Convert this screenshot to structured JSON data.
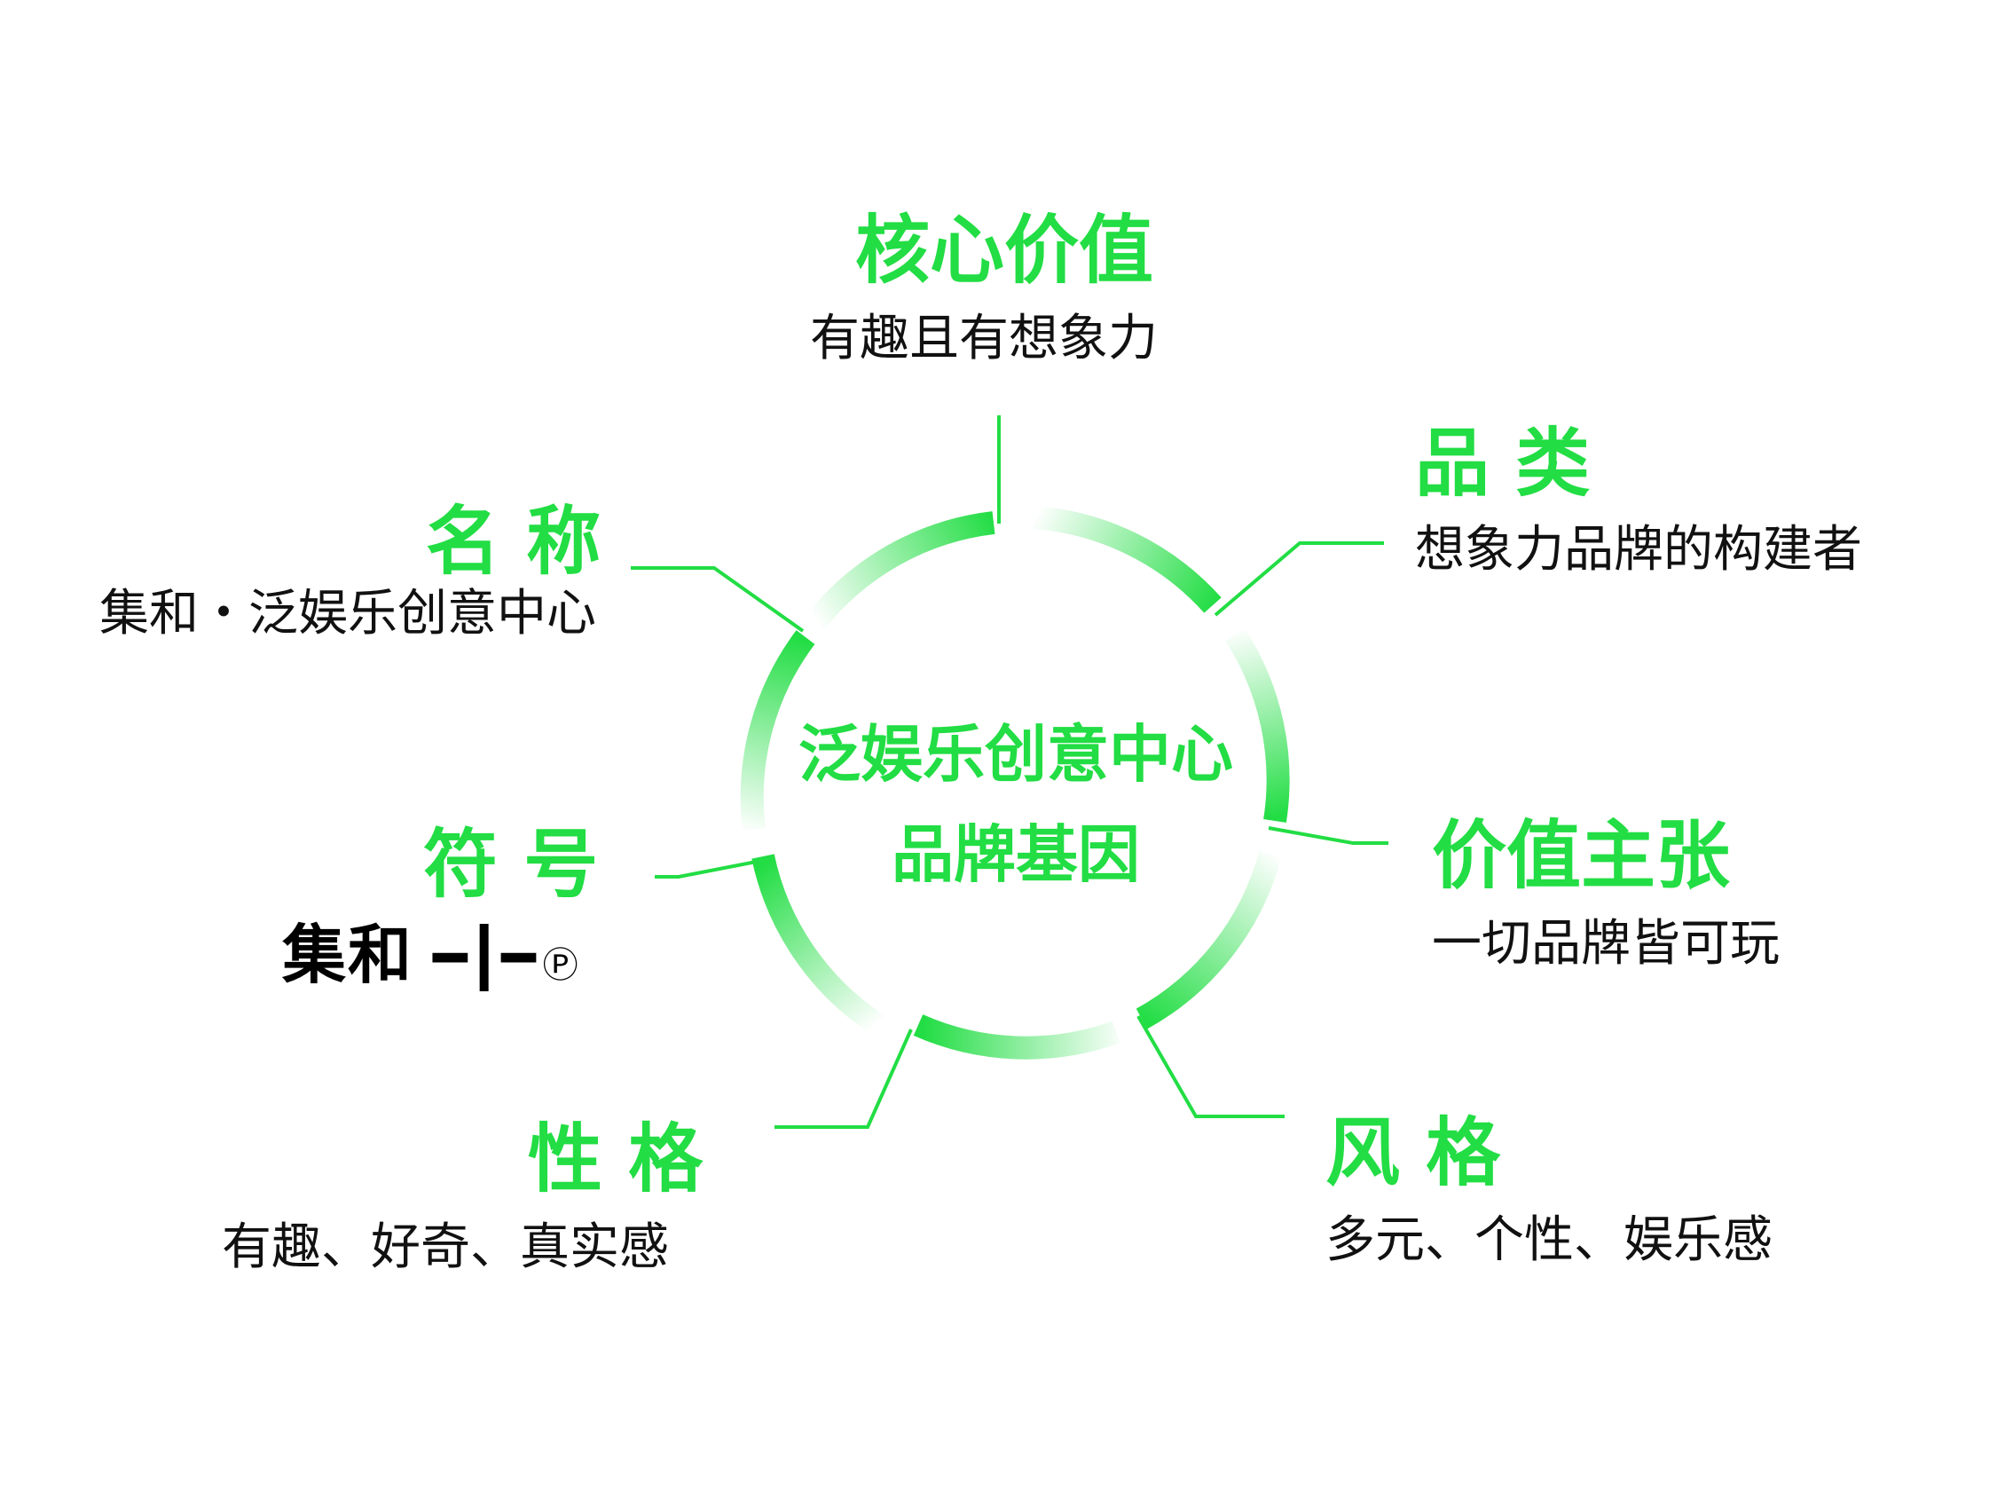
{
  "colors": {
    "accent": "#22dd44",
    "text": "#111111"
  },
  "center": {
    "line1": "泛娱乐创意中心",
    "line2": "品牌基因"
  },
  "nodes": {
    "core": {
      "title": "核心价值",
      "desc": "有趣且有想象力"
    },
    "category": {
      "title": "品  类",
      "desc": "想象力品牌的构建者"
    },
    "value": {
      "title": "价值主张",
      "desc": "一切品牌皆可玩"
    },
    "style": {
      "title": "风  格",
      "desc": "多元、个性、娱乐感"
    },
    "personality": {
      "title": "性  格",
      "desc": "有趣、好奇、真实感"
    },
    "symbol": {
      "title": "符  号",
      "mark_text": "集和",
      "mark_glyph": "━┃━",
      "mark_reg": "Ⓟ"
    },
    "name": {
      "title": "名  称",
      "desc": "集和・泛娱乐创意中心"
    }
  }
}
